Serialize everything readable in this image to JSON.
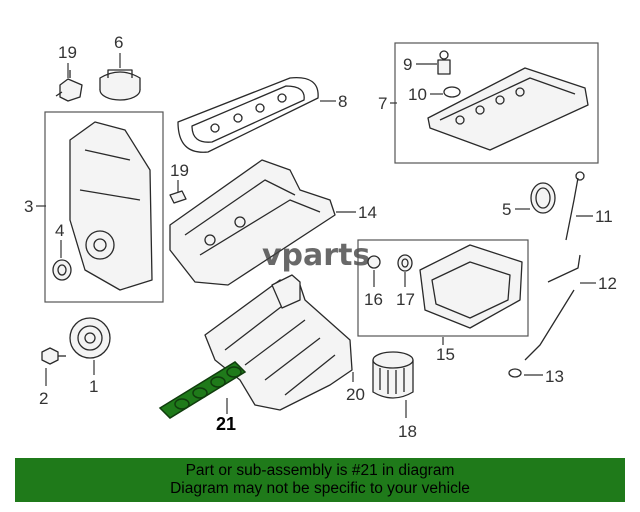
{
  "callouts": {
    "p1": "1",
    "p2": "2",
    "p3": "3",
    "p4": "4",
    "p5": "5",
    "p6": "6",
    "p7": "7",
    "p8": "8",
    "p9": "9",
    "p10": "10",
    "p11": "11",
    "p12": "12",
    "p13": "13",
    "p14": "14",
    "p15": "15",
    "p16": "16",
    "p17": "17",
    "p18": "18",
    "p19a": "19",
    "p19b": "19",
    "p20": "20",
    "p21": "21"
  },
  "watermark": "vparts",
  "highlighted_part": "21",
  "colors": {
    "highlight": "#1f7a1a",
    "banner": "#1f7a1a",
    "line": "#2a2a2a"
  },
  "banner": {
    "line1": "Part or sub-assembly is #21 in diagram",
    "line2": "Diagram may not be specific to your vehicle"
  }
}
